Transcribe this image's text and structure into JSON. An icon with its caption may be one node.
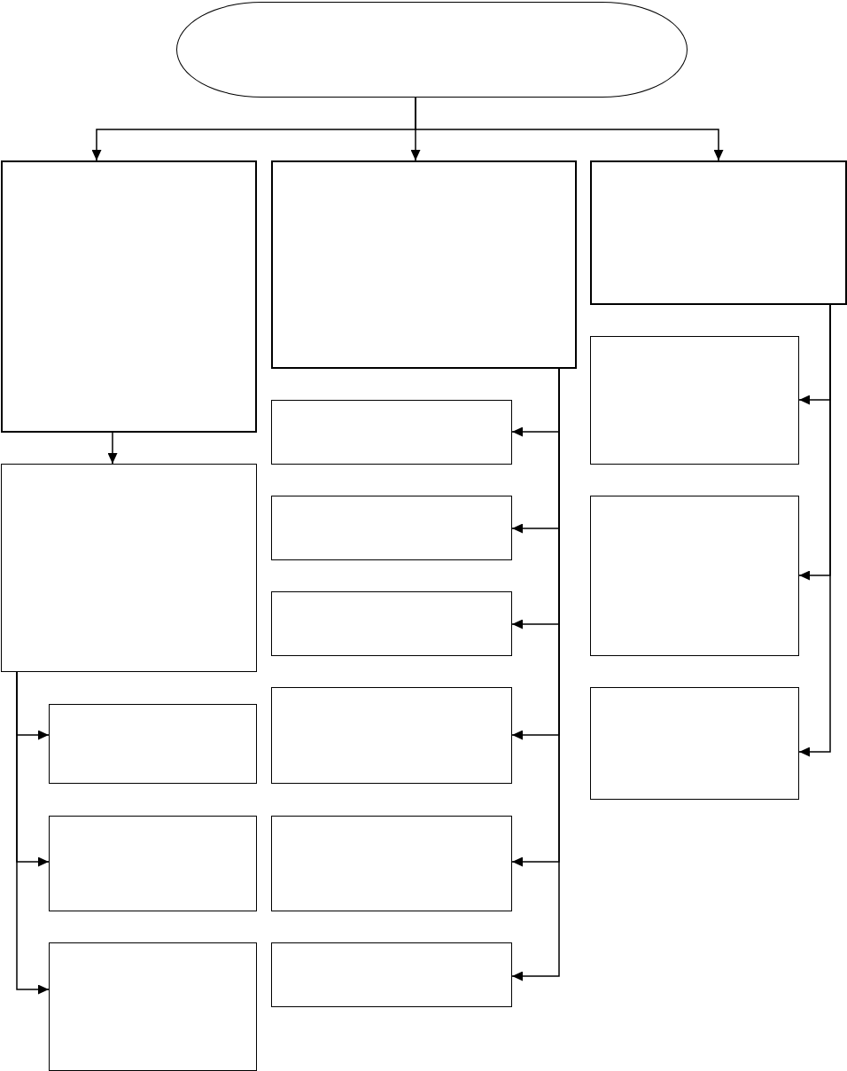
{
  "diagram": {
    "nodes": [
      {
        "text": [],
        "shape": "oval"
      },
      {
        "text": [],
        "shape": "box"
      },
      {
        "text": [],
        "shape": "box"
      },
      {
        "text": [],
        "shape": "box"
      },
      {
        "text": [],
        "shape": "box"
      },
      {
        "text": [],
        "shape": "box"
      },
      {
        "text": [],
        "shape": "box"
      },
      {
        "text": [],
        "shape": "box"
      },
      {
        "text": [],
        "shape": "box"
      },
      {
        "text": [],
        "shape": "box"
      },
      {
        "text": [],
        "shape": "box"
      },
      {
        "text": [],
        "shape": "box"
      },
      {
        "text": [],
        "shape": "box"
      },
      {
        "text": [],
        "shape": "box"
      },
      {
        "text": [],
        "shape": "box"
      },
      {
        "text": [],
        "shape": "box"
      },
      {
        "text": [],
        "shape": "box"
      }
    ],
    "edges": [
      {
        "from": 0,
        "to": 1,
        "arrow": "to"
      },
      {
        "from": 0,
        "to": 2,
        "arrow": "to"
      },
      {
        "from": 0,
        "to": 3,
        "arrow": "to"
      },
      {
        "from": 1,
        "to": 4,
        "arrow": "to"
      },
      {
        "from": 4,
        "to": 5,
        "arrow": "to"
      },
      {
        "from": 4,
        "to": 6,
        "arrow": "to"
      },
      {
        "from": 4,
        "to": 7,
        "arrow": "to"
      },
      {
        "from": 2,
        "to": 8,
        "arrow": "to"
      },
      {
        "from": 2,
        "to": 9,
        "arrow": "to"
      },
      {
        "from": 2,
        "to": 10,
        "arrow": "to"
      },
      {
        "from": 2,
        "to": 11,
        "arrow": "to"
      },
      {
        "from": 2,
        "to": 12,
        "arrow": "to"
      },
      {
        "from": 2,
        "to": 13,
        "arrow": "to"
      },
      {
        "from": 3,
        "to": 14,
        "arrow": "to"
      },
      {
        "from": 3,
        "to": 15,
        "arrow": "to"
      },
      {
        "from": 3,
        "to": 16,
        "arrow": "to"
      }
    ]
  }
}
